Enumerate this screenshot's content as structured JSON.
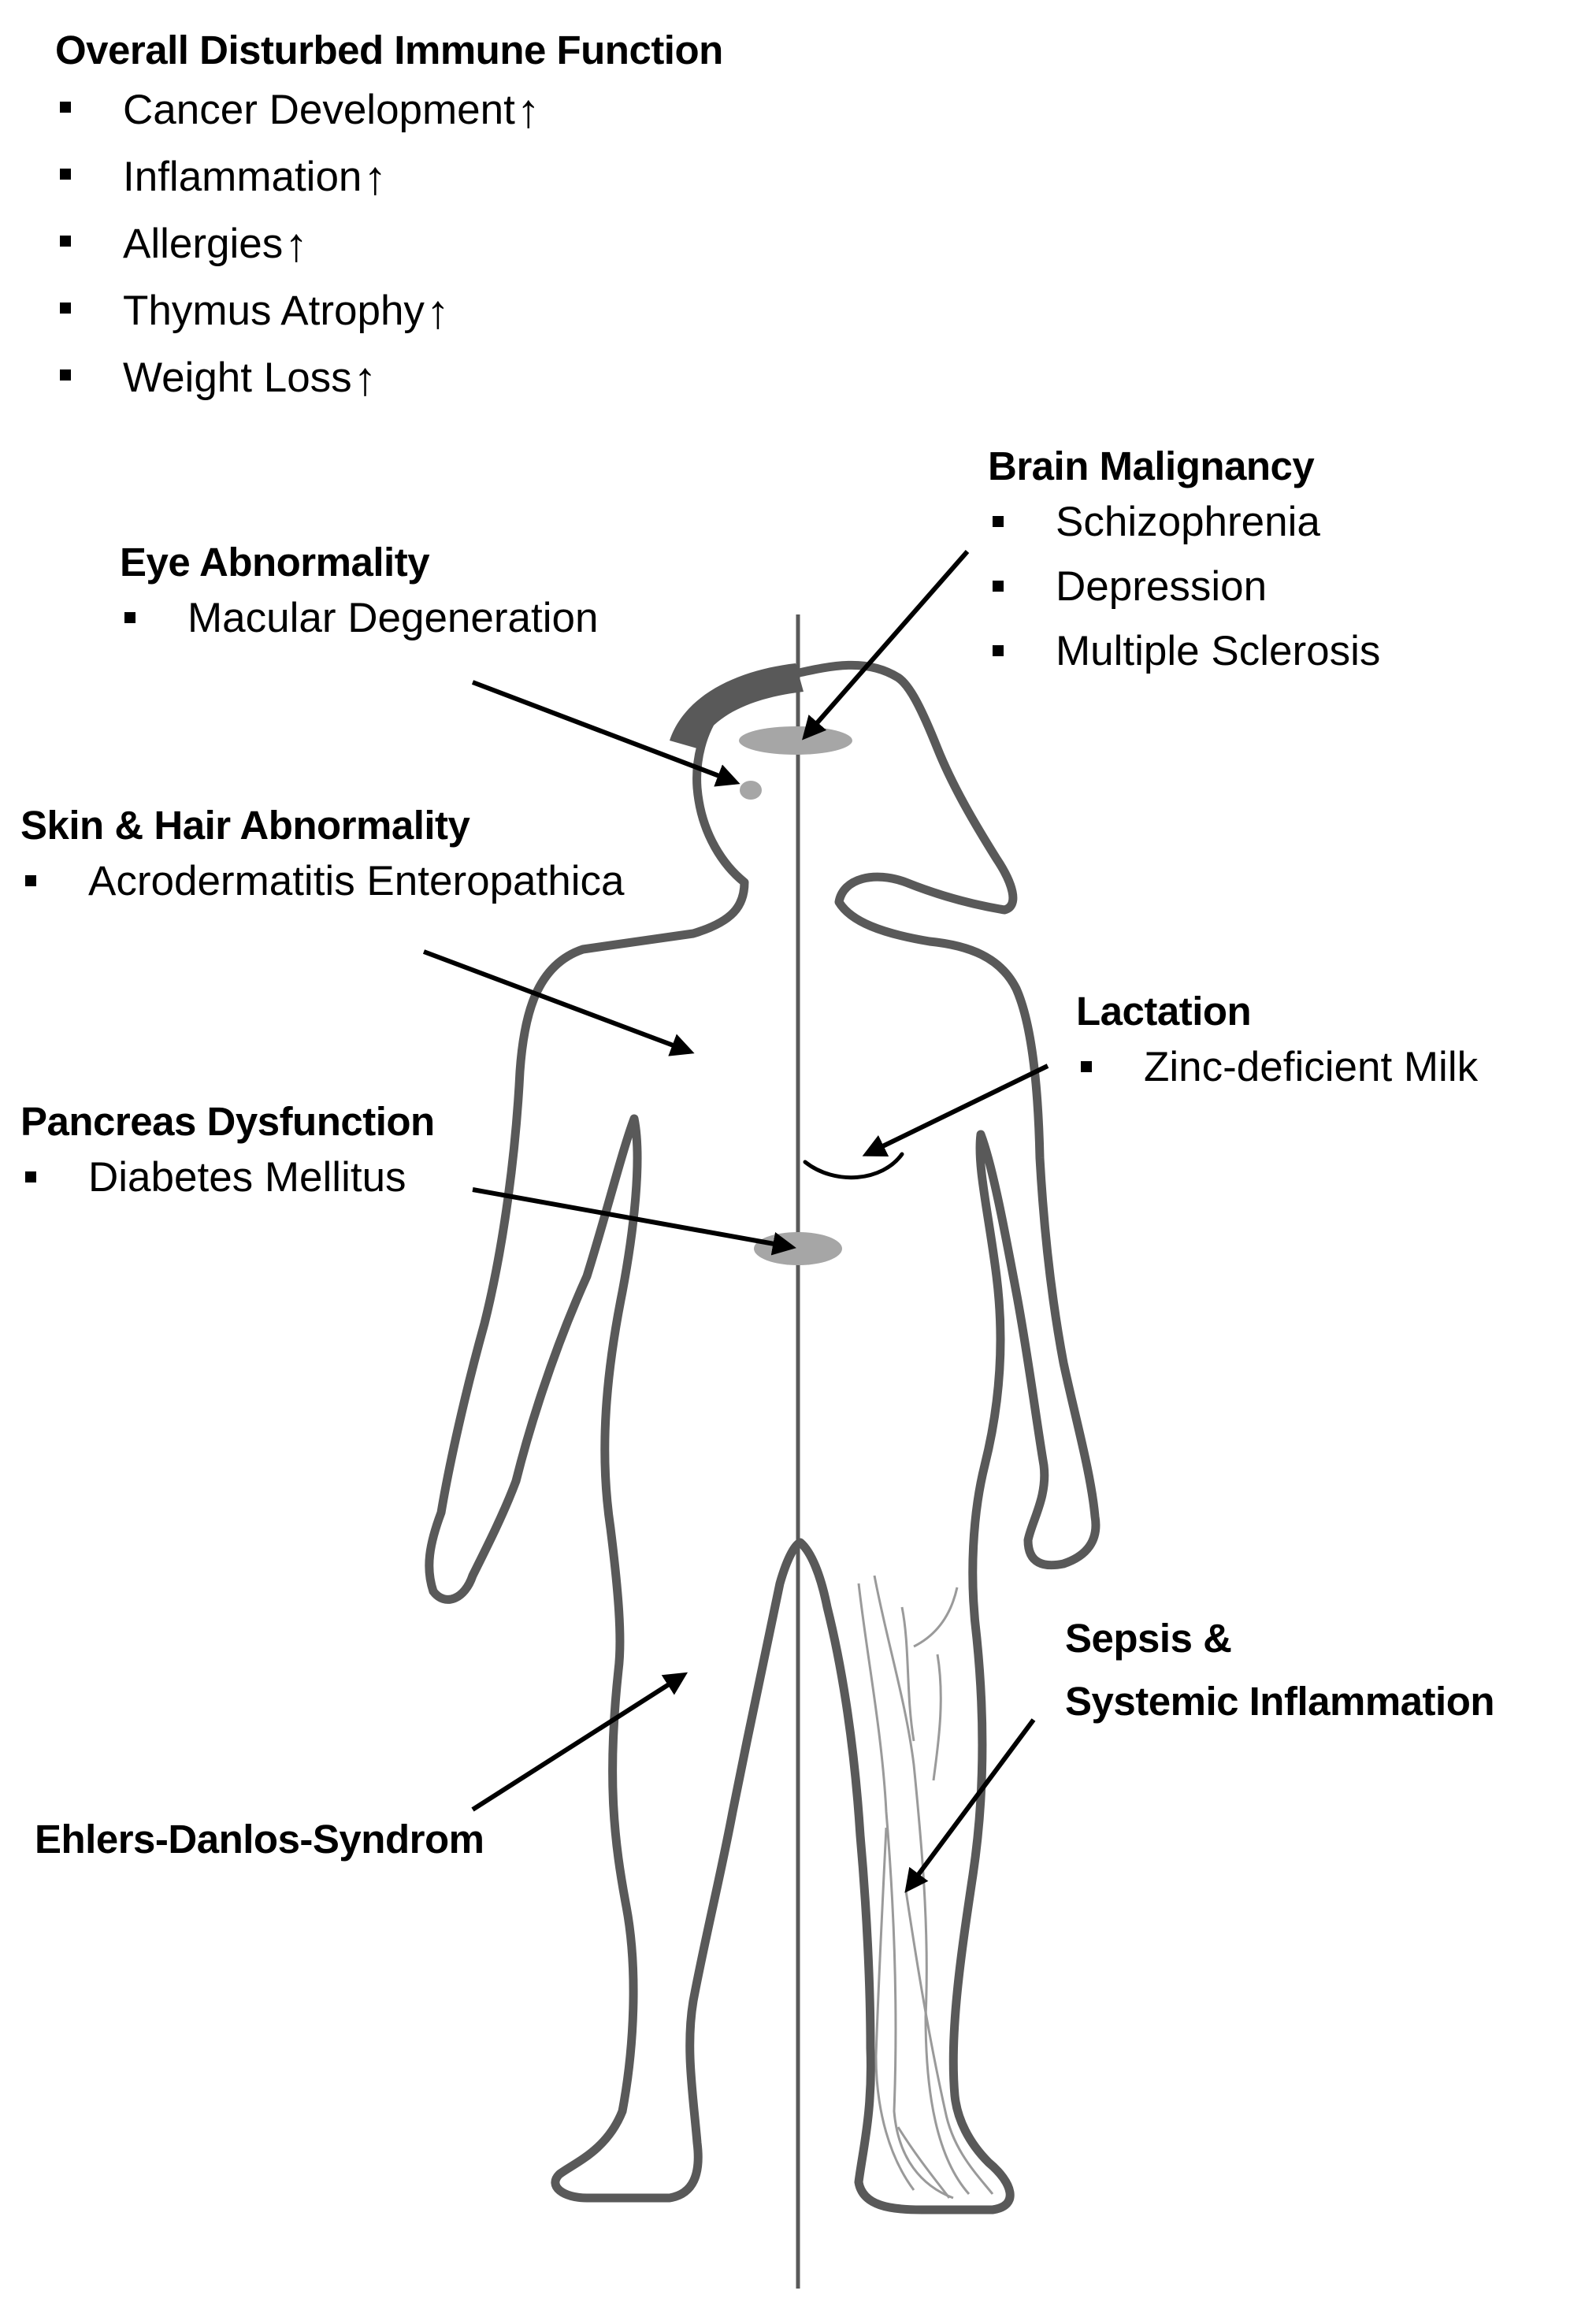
{
  "immune": {
    "title": "Overall Disturbed Immune Function",
    "up_arrow": "↑",
    "items": [
      "Cancer Development",
      "Inflammation",
      "Allergies",
      "Thymus Atrophy",
      "Weight Loss"
    ]
  },
  "brain": {
    "title": "Brain Malignancy",
    "items": [
      "Schizophrenia",
      "Depression",
      "Multiple Sclerosis"
    ]
  },
  "eye": {
    "title": "Eye Abnormality",
    "items": [
      "Macular Degeneration"
    ]
  },
  "skin": {
    "title": "Skin & Hair Abnormality",
    "items": [
      "Acrodermatitis Enteropathica"
    ]
  },
  "lactation": {
    "title": "Lactation",
    "items": [
      "Zinc-deficient Milk"
    ]
  },
  "pancreas": {
    "title": "Pancreas Dysfunction",
    "items": [
      "Diabetes Mellitus"
    ]
  },
  "sepsis": {
    "title_line1": "Sepsis &",
    "title_line2": "Systemic Inflammation"
  },
  "ehlers": {
    "title": "Ehlers-Danlos-Syndrom"
  },
  "colors": {
    "outline": "#595959",
    "organ_fill": "#a6a6a6",
    "arrow": "#000000",
    "vein": "#9a9a9a"
  }
}
